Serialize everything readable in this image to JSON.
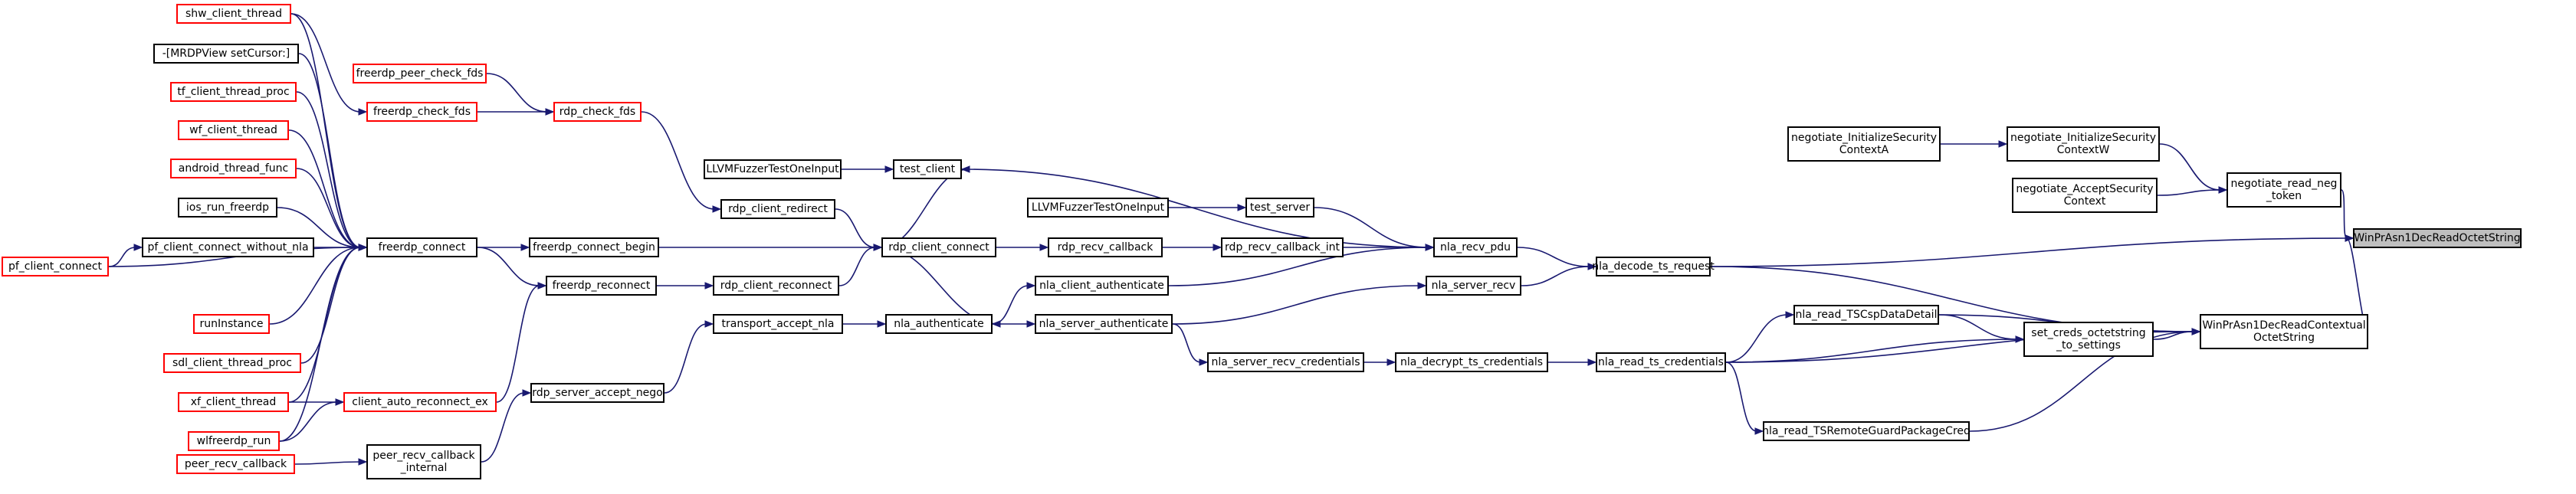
{
  "diagram": {
    "title": "WinPrAsn1DecReadOctetString caller graph",
    "colors": {
      "edge": "#191970",
      "normal_border": "#000000",
      "external_border": "#ff0000",
      "root_fill": "#bfbfbf"
    },
    "nodes": [
      {
        "id": "root",
        "label": "WinPrAsn1DecReadOctetString",
        "style": "root"
      },
      {
        "id": "nla_decode_ts_request",
        "label": "nla_decode_ts_request",
        "style": "normal"
      },
      {
        "id": "WinPrAsn1DecReadContextualOctetString",
        "label": "WinPrAsn1DecReadContextual\nOctetString",
        "style": "normal"
      },
      {
        "id": "negotiate_read_neg_token",
        "label": "negotiate_read_neg\n_token",
        "style": "normal"
      },
      {
        "id": "negotiate_InitializeSecurityContextW",
        "label": "negotiate_InitializeSecurity\nContextW",
        "style": "normal"
      },
      {
        "id": "negotiate_InitializeSecurityContextA",
        "label": "negotiate_InitializeSecurity\nContextA",
        "style": "normal"
      },
      {
        "id": "negotiate_AcceptSecurityContext",
        "label": "negotiate_AcceptSecurity\nContext",
        "style": "normal"
      },
      {
        "id": "nla_read_TSCspDataDetail",
        "label": "nla_read_TSCspDataDetail",
        "style": "normal"
      },
      {
        "id": "set_creds_octetstring_to_settings",
        "label": "set_creds_octetstring\n_to_settings",
        "style": "normal"
      },
      {
        "id": "nla_read_ts_credentials",
        "label": "nla_read_ts_credentials",
        "style": "normal"
      },
      {
        "id": "nla_read_TSRemoteGuardPackageCred",
        "label": "nla_read_TSRemoteGuardPackageCred",
        "style": "normal"
      },
      {
        "id": "nla_recv_pdu",
        "label": "nla_recv_pdu",
        "style": "normal"
      },
      {
        "id": "nla_server_recv",
        "label": "nla_server_recv",
        "style": "normal"
      },
      {
        "id": "nla_decrypt_ts_credentials",
        "label": "nla_decrypt_ts_credentials",
        "style": "normal"
      },
      {
        "id": "nla_server_recv_credentials",
        "label": "nla_server_recv_credentials",
        "style": "normal"
      },
      {
        "id": "test_client",
        "label": "test_client",
        "style": "normal"
      },
      {
        "id": "test_server",
        "label": "test_server",
        "style": "normal"
      },
      {
        "id": "rdp_recv_callback_int",
        "label": "rdp_recv_callback_int",
        "style": "normal"
      },
      {
        "id": "rdp_recv_callback",
        "label": "rdp_recv_callback",
        "style": "normal"
      },
      {
        "id": "nla_client_authenticate",
        "label": "nla_client_authenticate",
        "style": "normal"
      },
      {
        "id": "nla_server_authenticate",
        "label": "nla_server_authenticate",
        "style": "normal"
      },
      {
        "id": "LLVMFuzzerTestOneInput_1",
        "label": "LLVMFuzzerTestOneInput",
        "style": "normal"
      },
      {
        "id": "LLVMFuzzerTestOneInput_2",
        "label": "LLVMFuzzerTestOneInput",
        "style": "normal"
      },
      {
        "id": "rdp_client_connect",
        "label": "rdp_client_connect",
        "style": "normal"
      },
      {
        "id": "nla_authenticate",
        "label": "nla_authenticate",
        "style": "normal"
      },
      {
        "id": "rdp_client_redirect",
        "label": "rdp_client_redirect",
        "style": "normal"
      },
      {
        "id": "rdp_client_reconnect",
        "label": "rdp_client_reconnect",
        "style": "normal"
      },
      {
        "id": "transport_accept_nla",
        "label": "transport_accept_nla",
        "style": "normal"
      },
      {
        "id": "rdp_check_fds",
        "label": "rdp_check_fds",
        "style": "external"
      },
      {
        "id": "freerdp_connect_begin",
        "label": "freerdp_connect_begin",
        "style": "normal"
      },
      {
        "id": "freerdp_reconnect",
        "label": "freerdp_reconnect",
        "style": "normal"
      },
      {
        "id": "rdp_server_accept_nego",
        "label": "rdp_server_accept_nego",
        "style": "normal"
      },
      {
        "id": "peer_recv_callback_internal",
        "label": "peer_recv_callback\n_internal",
        "style": "normal"
      },
      {
        "id": "freerdp_peer_check_fds",
        "label": "freerdp_peer_check_fds",
        "style": "external"
      },
      {
        "id": "freerdp_check_fds",
        "label": "freerdp_check_fds",
        "style": "external"
      },
      {
        "id": "freerdp_connect",
        "label": "freerdp_connect",
        "style": "normal"
      },
      {
        "id": "client_auto_reconnect_ex",
        "label": "client_auto_reconnect_ex",
        "style": "external"
      },
      {
        "id": "peer_recv_callback",
        "label": "peer_recv_callback",
        "style": "external"
      },
      {
        "id": "shw_client_thread",
        "label": "shw_client_thread",
        "style": "external"
      },
      {
        "id": "MRDPView_setCursor",
        "label": "-[MRDPView setCursor:]",
        "style": "normal"
      },
      {
        "id": "tf_client_thread_proc",
        "label": "tf_client_thread_proc",
        "style": "external"
      },
      {
        "id": "wf_client_thread",
        "label": "wf_client_thread",
        "style": "external"
      },
      {
        "id": "android_thread_func",
        "label": "android_thread_func",
        "style": "external"
      },
      {
        "id": "ios_run_freerdp",
        "label": "ios_run_freerdp",
        "style": "normal"
      },
      {
        "id": "pf_client_connect_without_nla",
        "label": "pf_client_connect_without_nla",
        "style": "normal"
      },
      {
        "id": "pf_client_connect",
        "label": "pf_client_connect",
        "style": "external"
      },
      {
        "id": "runInstance",
        "label": "runInstance",
        "style": "external"
      },
      {
        "id": "sdl_client_thread_proc",
        "label": "sdl_client_thread_proc",
        "style": "external"
      },
      {
        "id": "xf_client_thread",
        "label": "xf_client_thread",
        "style": "external"
      },
      {
        "id": "wlfreerdp_run",
        "label": "wlfreerdp_run",
        "style": "external"
      }
    ],
    "edges": [
      {
        "from": "nla_decode_ts_request",
        "to": "root"
      },
      {
        "from": "WinPrAsn1DecReadContextualOctetString",
        "to": "root"
      },
      {
        "from": "negotiate_read_neg_token",
        "to": "root"
      },
      {
        "from": "negotiate_InitializeSecurityContextW",
        "to": "negotiate_read_neg_token"
      },
      {
        "from": "negotiate_AcceptSecurityContext",
        "to": "negotiate_read_neg_token"
      },
      {
        "from": "negotiate_InitializeSecurityContextA",
        "to": "negotiate_InitializeSecurityContextW"
      },
      {
        "from": "nla_decode_ts_request",
        "to": "WinPrAsn1DecReadContextualOctetString"
      },
      {
        "from": "nla_read_TSCspDataDetail",
        "to": "WinPrAsn1DecReadContextualOctetString"
      },
      {
        "from": "set_creds_octetstring_to_settings",
        "to": "WinPrAsn1DecReadContextualOctetString"
      },
      {
        "from": "nla_read_ts_credentials",
        "to": "WinPrAsn1DecReadContextualOctetString"
      },
      {
        "from": "nla_read_TSRemoteGuardPackageCred",
        "to": "WinPrAsn1DecReadContextualOctetString"
      },
      {
        "from": "nla_read_TSCspDataDetail",
        "to": "set_creds_octetstring_to_settings"
      },
      {
        "from": "nla_read_ts_credentials",
        "to": "set_creds_octetstring_to_settings"
      },
      {
        "from": "nla_read_ts_credentials",
        "to": "nla_read_TSCspDataDetail"
      },
      {
        "from": "nla_read_ts_credentials",
        "to": "nla_read_TSRemoteGuardPackageCred"
      },
      {
        "from": "nla_decrypt_ts_credentials",
        "to": "nla_read_ts_credentials"
      },
      {
        "from": "nla_server_recv_credentials",
        "to": "nla_decrypt_ts_credentials"
      },
      {
        "from": "nla_recv_pdu",
        "to": "nla_decode_ts_request"
      },
      {
        "from": "nla_server_recv",
        "to": "nla_decode_ts_request"
      },
      {
        "from": "test_client",
        "to": "nla_recv_pdu"
      },
      {
        "from": "test_server",
        "to": "nla_recv_pdu"
      },
      {
        "from": "rdp_recv_callback_int",
        "to": "nla_recv_pdu"
      },
      {
        "from": "nla_client_authenticate",
        "to": "nla_recv_pdu"
      },
      {
        "from": "rdp_recv_callback",
        "to": "rdp_recv_callback_int"
      },
      {
        "from": "LLVMFuzzerTestOneInput_2",
        "to": "test_server"
      },
      {
        "from": "LLVMFuzzerTestOneInput_1",
        "to": "test_client"
      },
      {
        "from": "nla_server_authenticate",
        "to": "nla_server_recv"
      },
      {
        "from": "nla_server_authenticate",
        "to": "nla_server_recv_credentials"
      },
      {
        "from": "nla_authenticate",
        "to": "nla_client_authenticate"
      },
      {
        "from": "nla_authenticate",
        "to": "nla_server_authenticate"
      },
      {
        "from": "rdp_client_connect",
        "to": "rdp_recv_callback"
      },
      {
        "from": "rdp_client_connect",
        "to": "test_client"
      },
      {
        "from": "rdp_client_connect",
        "to": "nla_authenticate"
      },
      {
        "from": "transport_accept_nla",
        "to": "nla_authenticate"
      },
      {
        "from": "rdp_client_redirect",
        "to": "rdp_client_connect"
      },
      {
        "from": "rdp_client_reconnect",
        "to": "rdp_client_connect"
      },
      {
        "from": "freerdp_connect_begin",
        "to": "rdp_client_connect"
      },
      {
        "from": "rdp_check_fds",
        "to": "rdp_client_redirect"
      },
      {
        "from": "freerdp_reconnect",
        "to": "rdp_client_reconnect"
      },
      {
        "from": "rdp_server_accept_nego",
        "to": "transport_accept_nla"
      },
      {
        "from": "peer_recv_callback_internal",
        "to": "rdp_server_accept_nego"
      },
      {
        "from": "peer_recv_callback",
        "to": "peer_recv_callback_internal"
      },
      {
        "from": "freerdp_peer_check_fds",
        "to": "rdp_check_fds"
      },
      {
        "from": "freerdp_check_fds",
        "to": "rdp_check_fds"
      },
      {
        "from": "freerdp_connect",
        "to": "freerdp_connect_begin"
      },
      {
        "from": "freerdp_connect",
        "to": "freerdp_reconnect"
      },
      {
        "from": "client_auto_reconnect_ex",
        "to": "freerdp_reconnect"
      },
      {
        "from": "shw_client_thread",
        "to": "freerdp_check_fds"
      },
      {
        "from": "shw_client_thread",
        "to": "freerdp_connect"
      },
      {
        "from": "MRDPView_setCursor",
        "to": "freerdp_connect"
      },
      {
        "from": "tf_client_thread_proc",
        "to": "freerdp_connect"
      },
      {
        "from": "wf_client_thread",
        "to": "freerdp_connect"
      },
      {
        "from": "android_thread_func",
        "to": "freerdp_connect"
      },
      {
        "from": "ios_run_freerdp",
        "to": "freerdp_connect"
      },
      {
        "from": "pf_client_connect_without_nla",
        "to": "freerdp_connect"
      },
      {
        "from": "pf_client_connect",
        "to": "freerdp_connect"
      },
      {
        "from": "pf_client_connect",
        "to": "pf_client_connect_without_nla"
      },
      {
        "from": "runInstance",
        "to": "freerdp_connect"
      },
      {
        "from": "sdl_client_thread_proc",
        "to": "freerdp_connect"
      },
      {
        "from": "xf_client_thread",
        "to": "freerdp_connect"
      },
      {
        "from": "xf_client_thread",
        "to": "client_auto_reconnect_ex"
      },
      {
        "from": "wlfreerdp_run",
        "to": "freerdp_connect"
      },
      {
        "from": "wlfreerdp_run",
        "to": "client_auto_reconnect_ex"
      }
    ]
  }
}
